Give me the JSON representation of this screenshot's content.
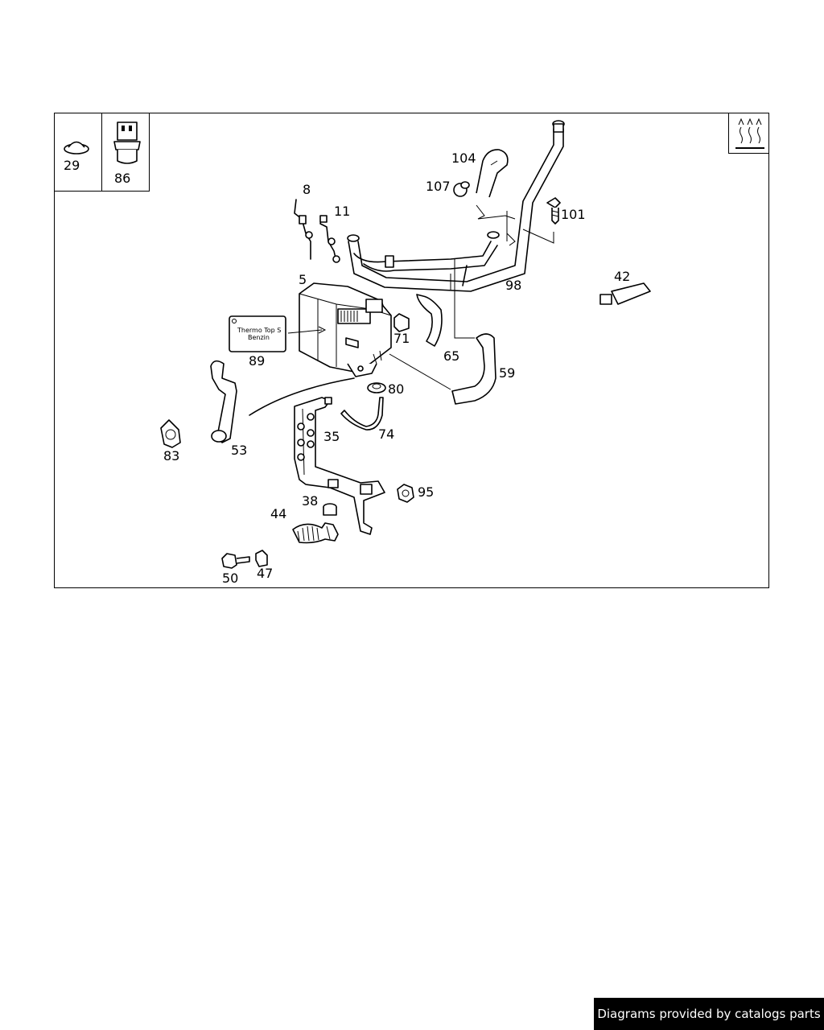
{
  "diagram": {
    "inset_labels": [
      "29",
      "86"
    ],
    "label_plate": {
      "line1": "Thermo Top S",
      "line2": "Benzin"
    },
    "part_labels": [
      {
        "id": "label-104",
        "text": "104"
      },
      {
        "id": "label-107",
        "text": "107"
      },
      {
        "id": "label-101",
        "text": "101"
      },
      {
        "id": "label-8",
        "text": "8"
      },
      {
        "id": "label-11",
        "text": "11"
      },
      {
        "id": "label-98",
        "text": "98"
      },
      {
        "id": "label-42",
        "text": "42"
      },
      {
        "id": "label-5",
        "text": "5"
      },
      {
        "id": "label-71",
        "text": "71"
      },
      {
        "id": "label-65",
        "text": "65"
      },
      {
        "id": "label-59",
        "text": "59"
      },
      {
        "id": "label-89",
        "text": "89"
      },
      {
        "id": "label-80",
        "text": "80"
      },
      {
        "id": "label-74",
        "text": "74"
      },
      {
        "id": "label-35",
        "text": "35"
      },
      {
        "id": "label-83",
        "text": "83"
      },
      {
        "id": "label-53",
        "text": "53"
      },
      {
        "id": "label-95",
        "text": "95"
      },
      {
        "id": "label-38",
        "text": "38"
      },
      {
        "id": "label-44",
        "text": "44"
      },
      {
        "id": "label-50",
        "text": "50"
      },
      {
        "id": "label-47",
        "text": "47"
      }
    ]
  },
  "footer": {
    "credit": "Diagrams provided by catalogs parts"
  }
}
